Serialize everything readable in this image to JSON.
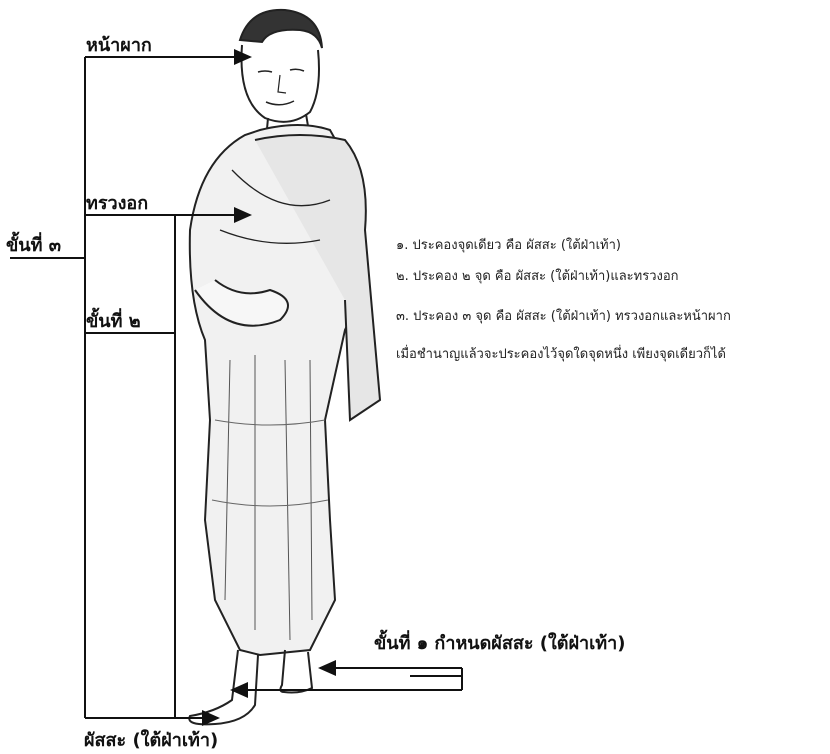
{
  "labels": {
    "forehead": "หน้าผาก",
    "chest": "ทรวงอก",
    "step3": "ขั้นที่ ๓",
    "step2": "ขั้นที่ ๒",
    "step1": "ขั้นที่ ๑ กำหนดผัสสะ (ใต้ฝ่าเท้า)",
    "sole": "ผัสสะ (ใต้ฝ่าเท้า)"
  },
  "notes": [
    "๑. ประคองจุดเดียว คือ ผัสสะ (ใต้ฝ่าเท้า)",
    "๒. ประคอง ๒ จุด คือ ผัสสะ (ใต้ฝ่าเท้า)และทรวงอก",
    "๓. ประคอง ๓ จุด คือ ผัสสะ (ใต้ฝ่าเท้า) ทรวงอกและหน้าผาก",
    "เมื่อชำนาญแล้วจะประคองไว้จุดใดจุดหนึ่ง เพียงจุดเดียวก็ได้"
  ]
}
